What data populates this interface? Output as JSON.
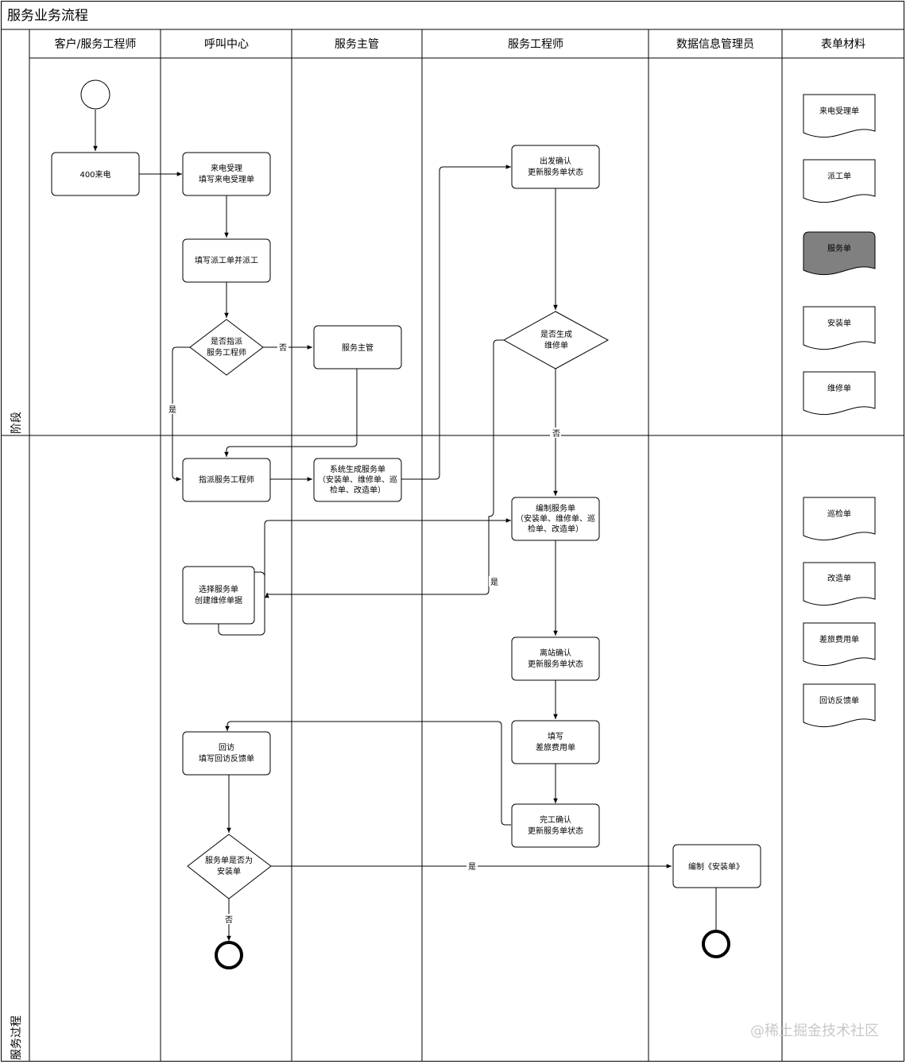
{
  "title": "服务业务流程",
  "phases": [
    "阶段",
    "服务过程"
  ],
  "lanes": [
    "客户/服务工程师",
    "呼叫中心",
    "服务主管",
    "服务工程师",
    "数据信息管理员",
    "表单材料"
  ],
  "nodes": {
    "call400": [
      "400来电"
    ],
    "receive_call": [
      "来电受理",
      "填写来电受理单"
    ],
    "fill_dispatch": [
      "填写派工单并派工"
    ],
    "dispatch_decision": [
      "是否指派",
      "服务工程师"
    ],
    "supervisor": [
      "服务主管"
    ],
    "assign_engineer": [
      "指派服务工程师"
    ],
    "system_generate": [
      "系统生成服务单",
      "（安装单、维修单、巡",
      "检单、改造单）"
    ],
    "depart_confirm": [
      "出发确认",
      "更新服务单状态"
    ],
    "repair_decision": [
      "是否生成",
      "维修单"
    ],
    "compile_service": [
      "编制服务单",
      "（安装单、维修单、巡",
      "检单、改造单）"
    ],
    "select_service": [
      "选择服务单",
      "创建维修单据"
    ],
    "leave_confirm": [
      "离站确认",
      "更新服务单状态"
    ],
    "fill_travel": [
      "填写",
      "差旅费用单"
    ],
    "complete_confirm": [
      "完工确认",
      "更新服务单状态"
    ],
    "revisit": [
      "回访",
      "填写回访反馈单"
    ],
    "install_decision": [
      "服务单是否为",
      "安装单"
    ],
    "compile_install": [
      "编制《安装单》"
    ]
  },
  "edge_labels": {
    "dispatch_no": "否",
    "dispatch_yes": "是",
    "repair_no": "否",
    "repair_yes": "是",
    "install_yes": "是",
    "install_no": "否"
  },
  "documents": [
    "来电受理单",
    "派工单",
    "服务单",
    "安装单",
    "维修单",
    "巡检单",
    "改造单",
    "差旅费用单",
    "回访反馈单"
  ],
  "colors": {
    "line": "#000000",
    "highlight_doc": "#808080",
    "background": "#ffffff"
  },
  "watermark": "@稀土掘金技术社区"
}
